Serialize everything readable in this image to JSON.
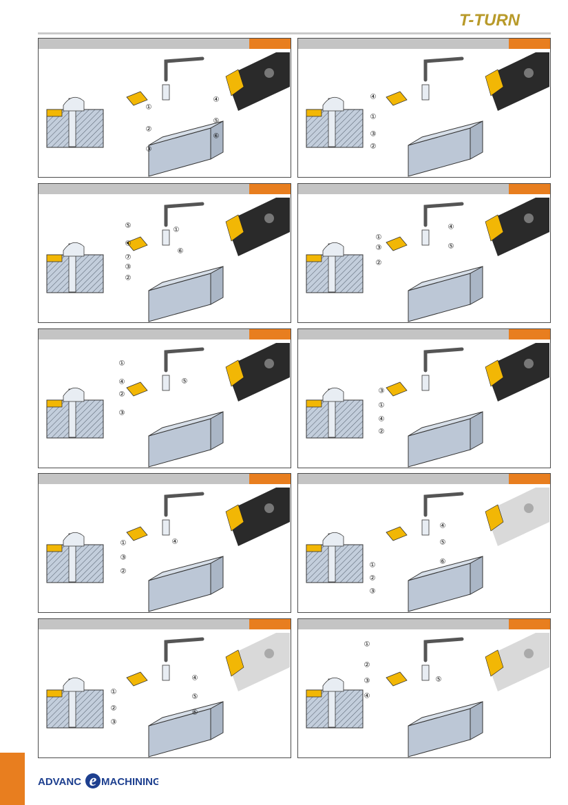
{
  "brand": {
    "logo_text": "T-TURN"
  },
  "footer": {
    "logo_left": "ADVANC",
    "logo_e": "e",
    "logo_right": "MACHINING"
  },
  "colors": {
    "accent_orange": "#e87e1f",
    "insert_yellow": "#f2b705",
    "header_gray": "#c4c4c4",
    "body_gray": "#bcc7d6"
  },
  "panels": [
    {
      "labels": [
        "①",
        "②",
        "③",
        "④",
        "⑤",
        "⑥"
      ],
      "icon": "clamp-top-lever-diagram"
    },
    {
      "labels": [
        "④",
        "①",
        "③",
        "②"
      ],
      "icon": "screw-clamp-diagram"
    },
    {
      "labels": [
        "⑤",
        "④",
        "⑦",
        "③",
        "②",
        "①",
        "⑥"
      ],
      "icon": "wedge-clamp-diagram"
    },
    {
      "labels": [
        "①",
        "③",
        "②",
        "④",
        "⑤"
      ],
      "icon": "double-lever-diagram"
    },
    {
      "labels": [
        "①",
        "④",
        "②",
        "③",
        "⑤"
      ],
      "icon": "lever-lock-diagram"
    },
    {
      "labels": [
        "③",
        "①",
        "④",
        "②"
      ],
      "icon": "screw-down-diagram"
    },
    {
      "labels": [
        "①",
        "③",
        "②",
        "④"
      ],
      "icon": "top-clamp-diagram"
    },
    {
      "labels": [
        "④",
        "⑤",
        "⑥",
        "①",
        "②",
        "③"
      ],
      "icon": "clamp-set-diagram"
    },
    {
      "labels": [
        "④",
        "①",
        "⑤",
        "②",
        "⑥",
        "③"
      ],
      "icon": "clamp-set-diagram-2"
    },
    {
      "labels": [
        "①",
        "②",
        "③",
        "⑤",
        "④"
      ],
      "icon": "pin-lock-diagram"
    }
  ]
}
